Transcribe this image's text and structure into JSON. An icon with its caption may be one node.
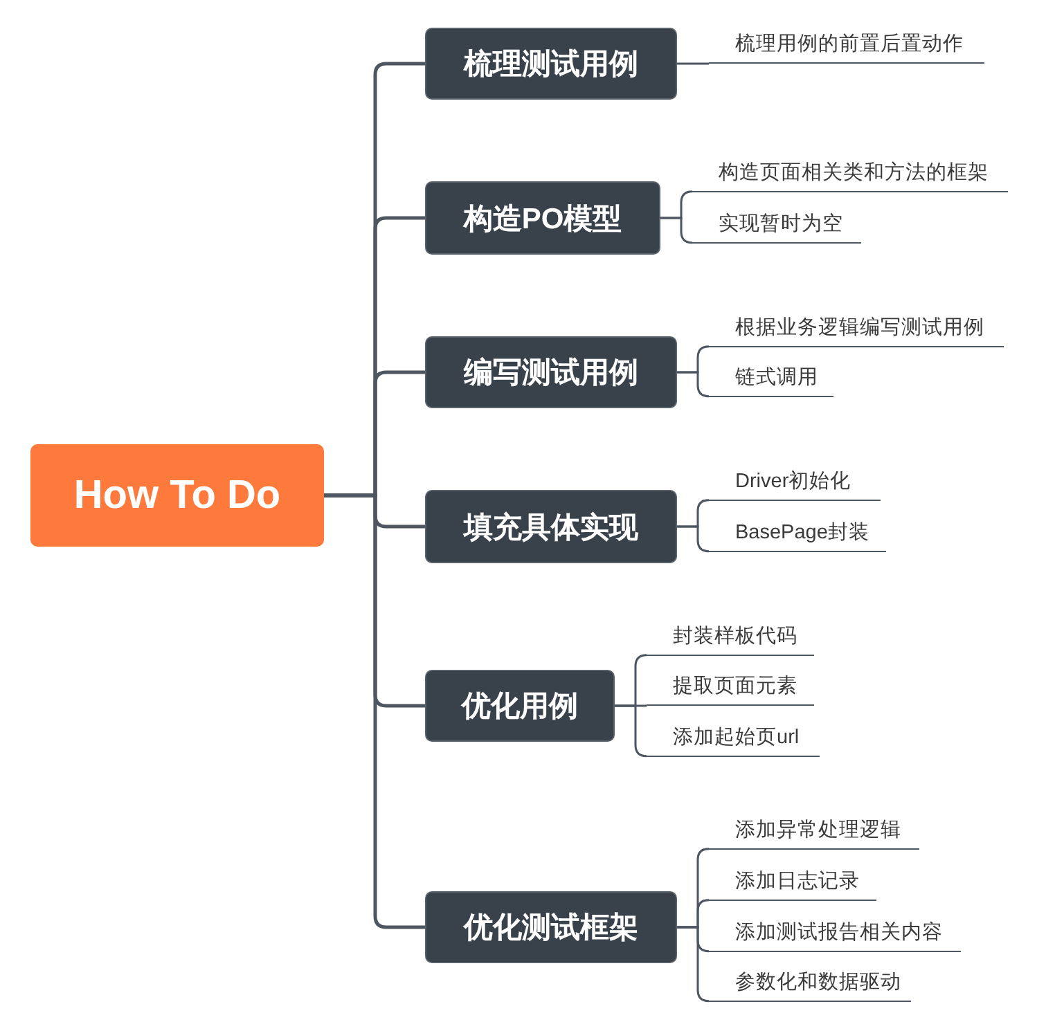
{
  "diagram": {
    "nodes": [
      {
        "text": [
          "How To Do"
        ]
      },
      {
        "text": [
          "梳理测试用例"
        ]
      },
      {
        "text": [
          "梳理用例的前置后置动作"
        ]
      },
      {
        "text": [
          "构造PO模型"
        ]
      },
      {
        "text": [
          "构造页面相关类和方法的框架"
        ]
      },
      {
        "text": [
          "实现暂时为空"
        ]
      },
      {
        "text": [
          "编写测试用例"
        ]
      },
      {
        "text": [
          "根据业务逻辑编写测试用例"
        ]
      },
      {
        "text": [
          "链式调用"
        ]
      },
      {
        "text": [
          "填充具体实现"
        ]
      },
      {
        "text": [
          "Driver初始化"
        ]
      },
      {
        "text": [
          "BasePage封装"
        ]
      },
      {
        "text": [
          "优化用例"
        ]
      },
      {
        "text": [
          "封装样板代码"
        ]
      },
      {
        "text": [
          "提取页面元素"
        ]
      },
      {
        "text": [
          "添加起始页url"
        ]
      },
      {
        "text": [
          "优化测试框架"
        ]
      },
      {
        "text": [
          "添加异常处理逻辑"
        ]
      },
      {
        "text": [
          "添加日志记录"
        ]
      },
      {
        "text": [
          "添加测试报告相关内容"
        ]
      },
      {
        "text": [
          "参数化和数据驱动"
        ]
      }
    ],
    "edges": [
      {
        "from": 0,
        "to": 1,
        "arrow": "none"
      },
      {
        "from": 0,
        "to": 3,
        "arrow": "none"
      },
      {
        "from": 0,
        "to": 6,
        "arrow": "none"
      },
      {
        "from": 0,
        "to": 9,
        "arrow": "none"
      },
      {
        "from": 0,
        "to": 12,
        "arrow": "none"
      },
      {
        "from": 0,
        "to": 16,
        "arrow": "none"
      },
      {
        "from": 1,
        "to": 2,
        "arrow": "none"
      },
      {
        "from": 3,
        "to": 4,
        "arrow": "none"
      },
      {
        "from": 3,
        "to": 5,
        "arrow": "none"
      },
      {
        "from": 6,
        "to": 7,
        "arrow": "none"
      },
      {
        "from": 6,
        "to": 8,
        "arrow": "none"
      },
      {
        "from": 9,
        "to": 10,
        "arrow": "none"
      },
      {
        "from": 9,
        "to": 11,
        "arrow": "none"
      },
      {
        "from": 12,
        "to": 13,
        "arrow": "none"
      },
      {
        "from": 12,
        "to": 14,
        "arrow": "none"
      },
      {
        "from": 12,
        "to": 15,
        "arrow": "none"
      },
      {
        "from": 16,
        "to": 17,
        "arrow": "none"
      },
      {
        "from": 16,
        "to": 18,
        "arrow": "none"
      },
      {
        "from": 16,
        "to": 19,
        "arrow": "none"
      },
      {
        "from": 16,
        "to": 20,
        "arrow": "none"
      }
    ]
  }
}
